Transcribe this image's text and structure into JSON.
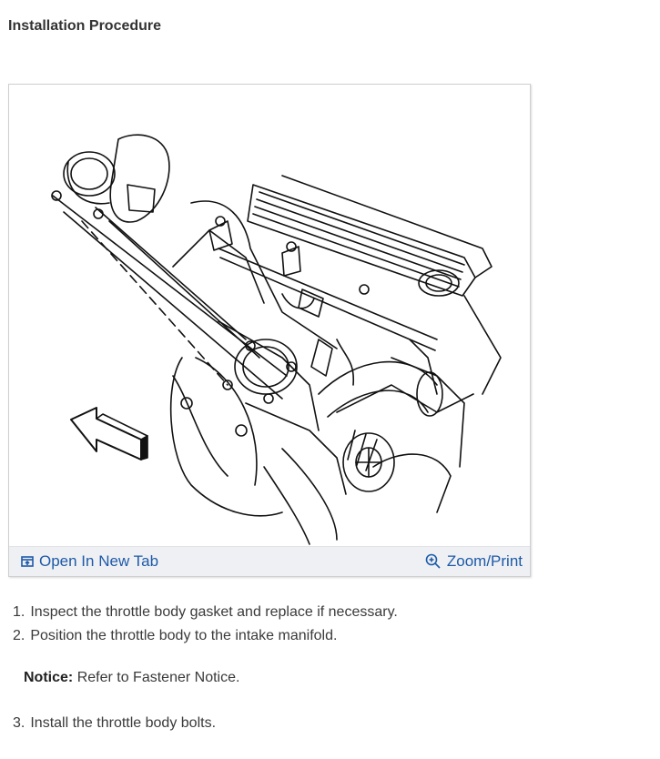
{
  "section_title": "Installation Procedure",
  "figure": {
    "open_label": "Open In New Tab",
    "zoom_label": "Zoom/Print",
    "icons": [
      "open-tab-icon",
      "zoom-in-icon"
    ],
    "link_color": "#1e5aa8"
  },
  "steps": [
    {
      "num": "1.",
      "text": "Inspect the throttle body gasket and replace if necessary."
    },
    {
      "num": "2.",
      "text": "Position the throttle body to the intake manifold."
    }
  ],
  "notice": {
    "label": "Notice:",
    "text": "Refer to Fastener Notice."
  },
  "step3": {
    "num": "3.",
    "text": "Install the throttle body bolts."
  }
}
